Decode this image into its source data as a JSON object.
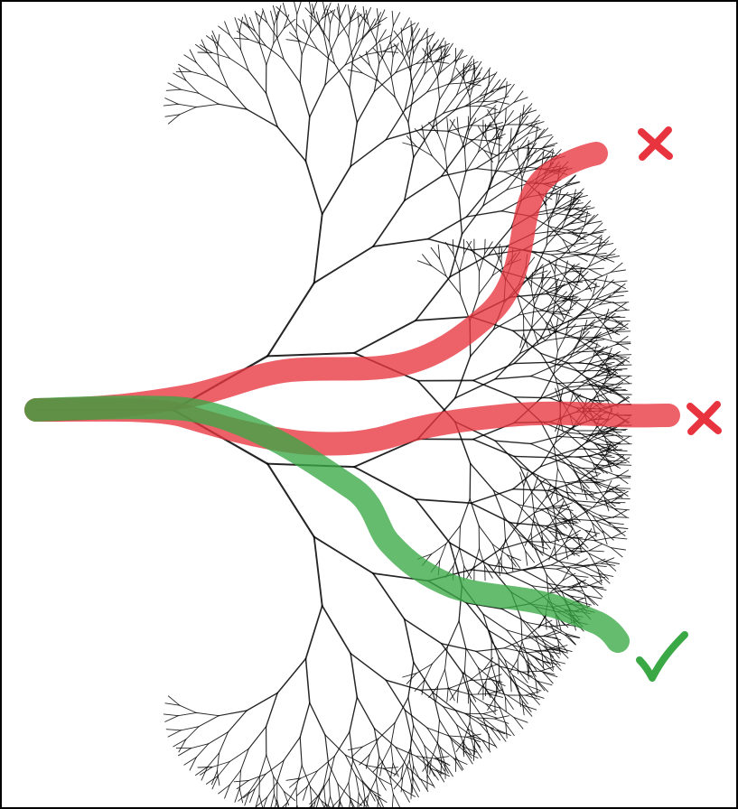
{
  "tree": {
    "depth": 11,
    "branch_color": "#000000"
  },
  "paths": [
    {
      "id": "upper-path",
      "color": "#e8343f",
      "outcome": "rejected",
      "marker_icon": "cross-icon"
    },
    {
      "id": "middle-path",
      "color": "#e8343f",
      "outcome": "rejected",
      "marker_icon": "cross-icon"
    },
    {
      "id": "lower-path",
      "color": "#3aa845",
      "outcome": "accepted",
      "marker_icon": "checkmark-icon"
    }
  ],
  "colors": {
    "rejected": "#e8343f",
    "accepted": "#3aa845"
  }
}
